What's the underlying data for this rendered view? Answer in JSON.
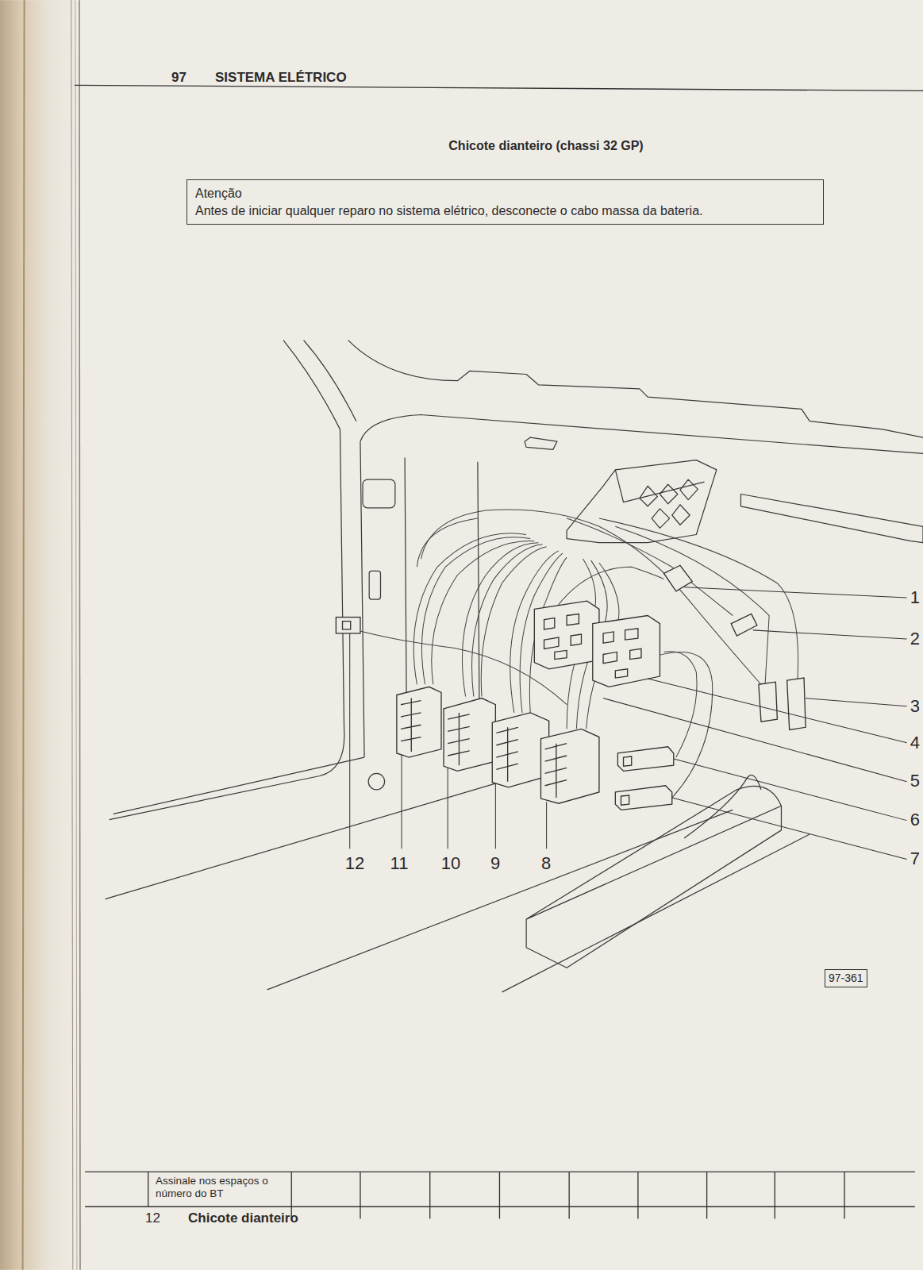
{
  "diagram": {
    "title": "Chicote dianteiro (chassi 32 GP)",
    "nodes": [
      {
        "text": [
          "Atenção",
          "Antes de iniciar qualquer reparo no sistema elétrico, desconecte o cabo massa da bateria."
        ]
      },
      {
        "text": [
          "97-361"
        ]
      }
    ],
    "labels": [
      "97",
      "SISTEMA ELÉTRICO",
      "1",
      "2",
      "3",
      "4",
      "5",
      "6",
      "7",
      "12",
      "11",
      "10",
      "9",
      "8",
      "Assinale nos espaços o número do BT",
      "12",
      "Chicote dianteiro"
    ]
  }
}
